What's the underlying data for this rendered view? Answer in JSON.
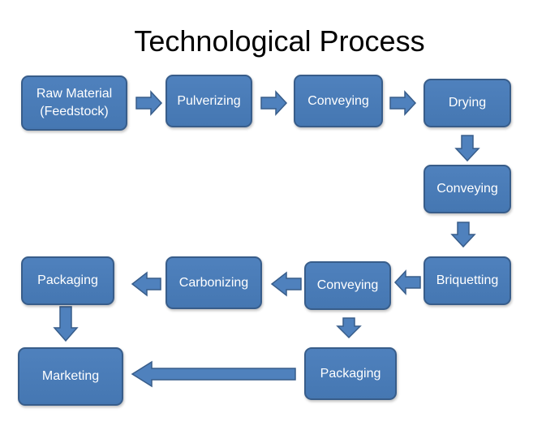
{
  "title": "Technological Process",
  "steps": [
    {
      "id": "raw",
      "label": "Raw Material\n(Feedstock)"
    },
    {
      "id": "pulverizing",
      "label": "Pulverizing"
    },
    {
      "id": "conveying1",
      "label": "Conveying"
    },
    {
      "id": "drying",
      "label": "Drying"
    },
    {
      "id": "conveying2",
      "label": "Conveying"
    },
    {
      "id": "briquetting",
      "label": "Briquetting"
    },
    {
      "id": "conveying3",
      "label": "Conveying"
    },
    {
      "id": "carbonizing",
      "label": "Carbonizing"
    },
    {
      "id": "packaging1",
      "label": "Packaging"
    },
    {
      "id": "packaging2",
      "label": "Packaging"
    },
    {
      "id": "marketing",
      "label": "Marketing"
    }
  ],
  "colors": {
    "box_fill": "#4f81bd",
    "box_border": "#385d8a",
    "text": "#ffffff"
  }
}
